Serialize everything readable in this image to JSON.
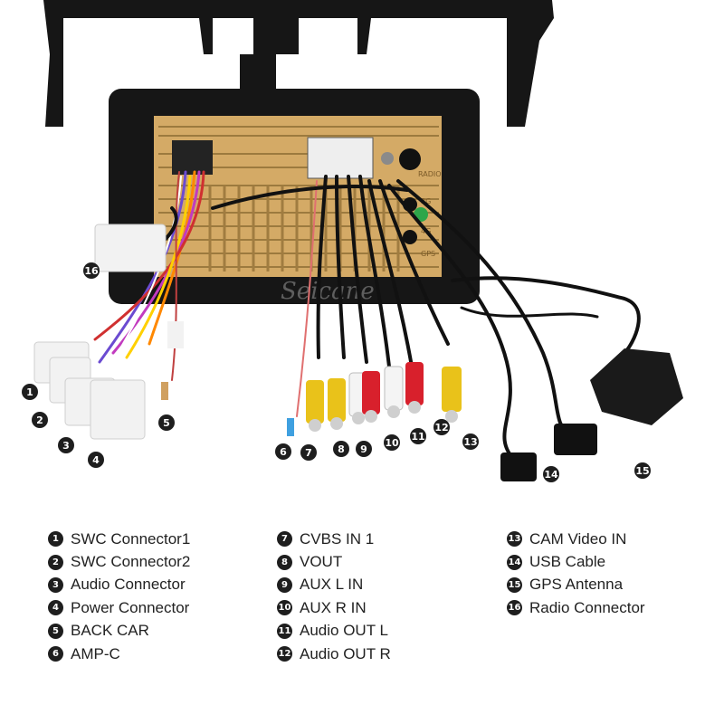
{
  "watermark": "Seicane",
  "panel_labels": {
    "radio": "RADIO",
    "g3": "3G",
    "g4": "4G",
    "gps": "GPS"
  },
  "callouts": [
    "1",
    "2",
    "3",
    "4",
    "5",
    "6",
    "7",
    "8",
    "9",
    "10",
    "11",
    "12",
    "13",
    "14",
    "15",
    "16"
  ],
  "legend": {
    "col1": [
      {
        "num": "1",
        "label": "SWC Connector1"
      },
      {
        "num": "2",
        "label": "SWC Connector2"
      },
      {
        "num": "3",
        "label": "Audio Connector"
      },
      {
        "num": "4",
        "label": "Power Connector"
      },
      {
        "num": "5",
        "label": "BACK CAR"
      },
      {
        "num": "6",
        "label": "AMP-C"
      }
    ],
    "col2": [
      {
        "num": "7",
        "label": "CVBS IN 1"
      },
      {
        "num": "8",
        "label": "VOUT"
      },
      {
        "num": "9",
        "label": "AUX L IN"
      },
      {
        "num": "10",
        "label": "AUX R IN"
      },
      {
        "num": "11",
        "label": "Audio OUT L"
      },
      {
        "num": "12",
        "label": "Audio OUT R"
      }
    ],
    "col3": [
      {
        "num": "13",
        "label": "CAM Video IN"
      },
      {
        "num": "14",
        "label": "USB Cable"
      },
      {
        "num": "15",
        "label": "GPS Antenna"
      },
      {
        "num": "16",
        "label": "Radio Connector"
      }
    ]
  },
  "colors": {
    "bracket": "#161616",
    "chassis": "#d4aa66",
    "rca_yellow": "#e9c21a",
    "rca_red": "#d8202c",
    "rca_white": "#f4f4f4"
  }
}
